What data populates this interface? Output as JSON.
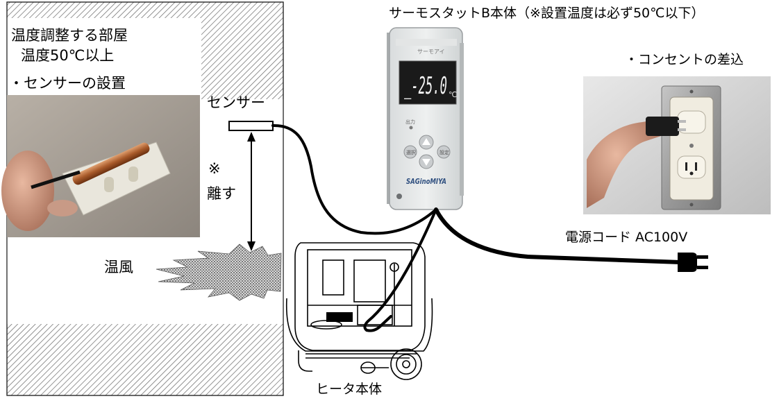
{
  "room": {
    "title": "温度調整する部屋",
    "temp_note": "温度50℃以上",
    "sensor_setup": "・センサーの設置"
  },
  "sensor_label": "センサー",
  "separate_mark": "※",
  "separate_label": "離す",
  "warm_air_label": "温風",
  "thermostat": {
    "title": "サーモスタットB本体（※設置温度は必ず50℃以下）",
    "display_value": "_-25.0",
    "display_unit": "℃",
    "panel_brand_top": "サーモアイ",
    "panel_logo": "SAGinoMIYA",
    "indicator_label": "出力",
    "button_left": "選択",
    "button_right": "設定"
  },
  "outlet_label": "・コンセントの差込",
  "power_cord_label": "電源コード AC100V",
  "heater_label": "ヒータ本体"
}
